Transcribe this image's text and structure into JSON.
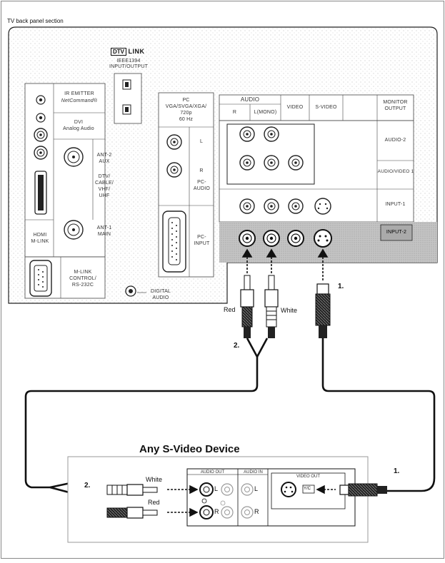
{
  "panel_title": "TV back panel section",
  "tv_logo_box": "DTV",
  "tv_logo_word": "LINK",
  "ieee_lines": [
    "IEEE1394",
    "INPUT/OUTPUT"
  ],
  "ir_emitter_lines": [
    "IR EMITTER",
    "NetCommand®"
  ],
  "dvi_lines": [
    "DVI",
    "Analog Audio"
  ],
  "ant2_lines": [
    "ANT-2",
    "AUX"
  ],
  "dtv_lines": [
    "DTV/",
    "CABLE/",
    "VHF/",
    "UHF"
  ],
  "ant1_lines": [
    "ANT-1",
    "MAIN"
  ],
  "hdmi_lines": [
    "HDMI",
    "M-LINK"
  ],
  "mlink_lines": [
    "M-LINK",
    "CONTROL/",
    "RS-232C"
  ],
  "digital_audio_lines": [
    "DIGITAL",
    "AUDIO"
  ],
  "pc_lines": [
    "PC",
    "VGA/SVGA/XGA/",
    "720p",
    "60 Hz"
  ],
  "pc_audio_lines": [
    "PC-",
    "AUDIO"
  ],
  "pc_input_lines": [
    "PC-",
    "INPUT"
  ],
  "pc_l": "L",
  "pc_r": "R",
  "audio_header": "AUDIO",
  "audio_r": "R",
  "audio_l": "L(MONO)",
  "video_header": "VIDEO",
  "svideo_header": "S-VIDEO",
  "monitor_lines": [
    "MONITOR",
    "OUTPUT"
  ],
  "row_audio2": "AUDIO-2",
  "row_av1": "AUDIO/VIDEO 1",
  "row_input1": "INPUT-1",
  "row_input2": "INPUT-2",
  "cable_red": "Red",
  "cable_white": "White",
  "step1": "1.",
  "step2": "2.",
  "device_title": "Any S-Video Device",
  "dev_audio_out": "AUDIO OUT",
  "dev_audio_in": "AUDIO IN",
  "dev_video_out": "VIDEO OUT",
  "dev_white": "White",
  "dev_red": "Red",
  "dev_l": "L",
  "dev_r": "R",
  "dev_in_l": "L",
  "dev_in_r": "R",
  "dev_yc": "Y/C",
  "dev_step1": "1.",
  "dev_step2": "2.",
  "colors": {
    "highlight": "#b9b9b9",
    "panel_stipple": "#9a9a9a",
    "line": "#111111"
  }
}
